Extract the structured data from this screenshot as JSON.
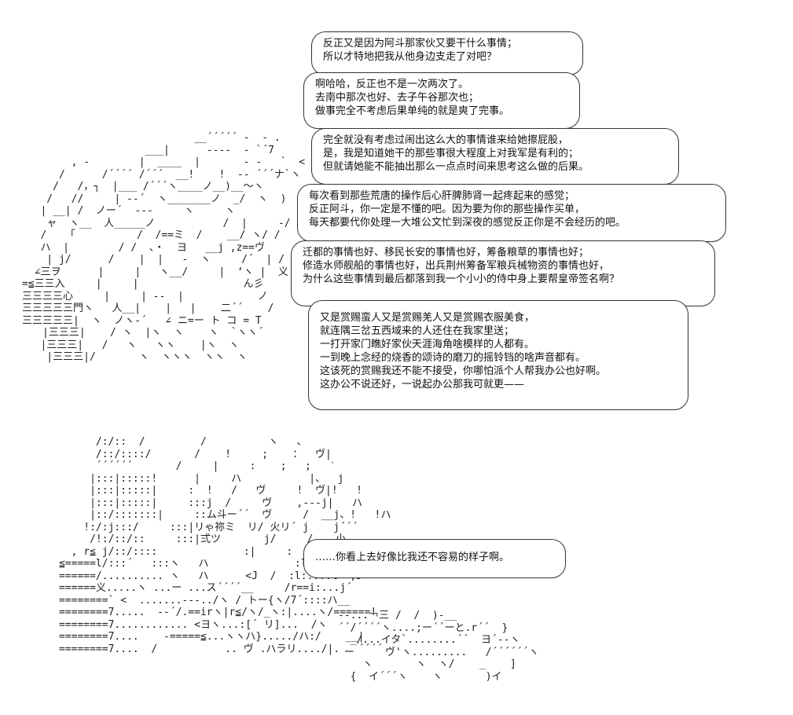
{
  "art": {
    "top": "                            __´´´´´ ‐  - .\n                    ___|      ----  - `´7\n        , -        |  ____  |       ‐ -   `  <\n      /      /´´´´ /´´´  __!    !  -- ´´´ナ`ヽ\n     /   /，┐  |___ /´´´ヽ____ノ__)__～ヽ\n    /   //     | ‐‐´  ヽ_______ノ  _/  ヽ  )\n   | __| /  ノー´  ‐‐‐     ヽ     ヽ\n    ャ  ヽ__  人_____ノ           /  |     ‐/\n   /   「          /  /==ミ  /    __/ ヽ/ /\n   ハ  |        / /  、・  ヨ   __j ,z==ヴ\n    | j/      /    |  |   ‐  ヽ     /´  | /\n  ∠三ヲ      |     |   ヽ__/     |  ‘ヽ |  义\n=≦三三入     |     |                 ん彡\n三三三三心     |     | ‐‐  |            ノ\n三三三三三門ヽ   人__|    |   |    二´´    /\n三三三三三|  ヽ  ノヽ‐´   ∠ ニ=ー ト コ = T\n  |三三三|    / ヽ  |ヽ  ヽ    ヽ  `ヽヽ´\n   |三三三|   /   ヽ   ヽヽ    |ヽ  ヽ\n    |三三三|/       ヽ  ヽヽヽ  ヽヽ  ヽ",
    "bottom": "            /:/::  /         /          ヽ   、\n            /::/::::/       /    !     ;    ：  ヴ|\n            ´´´´´´       /     |     :    ;   ;   ˋ\n           |:::|:::::!      |     ハ           |、  j\n           |:::|:::::|     :  !   /   ヴ     !  ヴ|!   !\n           |:::|:::::|     :::j  /     ヴ    ,‐--j|   ハ\n           |::/:::::::|     ::ム斗ー´´  ヴ     /  __j、!   !ハ\n          !:/:j:::/     :::|リゃ祢ミ  リ/ 火リ´ j    j´´´\n           /!:/::/::     :::|弍ツ       j/     /、  小\n        , r≦ j/::/::::              :|     :   ;l. ハ\n      ≦=====l/:::´   :::ヽ   ハ              :l:  ::|、}\n      ======/.......... ヽ   ハ      <J  /  :l:...:l´ ;J\n      ======义.....ヽ ...ー ...ス´´´´__     /r==i:...j´\n      ========` <  .......‐--../ヽ / トー{ヽ/7´::::ハ__\n      ========7.....  -‐´/.==irヽ|r≦/ヽ/_ヽ:|....ヽ/======!\n      ========7............ <ヨヽ...:[´ リ]...  /ヽ\n      ========7....    -=====≦...ヽヽハ}...../ハ:/    __|\n      ========7....  /           .. ヴ .ハラリ..../|.   ´´´´",
    "bottom_right": "-‐...￢三 /  /  )-__\n´´/´´´´ヽ....;ー´´ーと.r´´  }\n  _/...イタ`........´´  ヨ´‐‐ヽ\n ー     ヴ'ヽ.........   /´´´´´´ヽ\n    ヽ       ヽ  ヽ/    _    ]\n  {  イ´´´ヽ    ヽ       )イ"
  },
  "bubbles": [
    [
      "反正又是因为阿斗那家伙又要干什么事情；",
      "所以才特地把我从他身边支走了对吧？"
    ],
    [
      "啊哈哈，反正也不是一次两次了。",
      "去南中那次也好、去子午谷那次也；",
      "做事完全不考虑后果单纯的就是爽了完事。"
    ],
    [
      "完全就没有考虑过闹出这么大的事情谁来给她擦屁股，",
      "是，我是知道她干的那些事很大程度上对我军是有利的；",
      "但就请她能不能抽出那么一点点时间来思考这么做的后果。"
    ],
    [
      "每次看到那些荒唐的操作后心肝脾肺肾一起疼起来的感觉；",
      "反正阿斗，你一定是不懂的吧。因为要为你的那些操作买单，",
      "每天都要代你处理一大堆公文忙到深夜的感觉反正你是不会经历的吧。"
    ],
    [
      "迁都的事情也好、移民长安的事情也好，筹备粮草的事情也好；",
      "修造水师舰船的事情也好，出兵荆州筹备军粮兵械物资的事情也好，",
      "为什么这些事情到最后都落到我一个小小的侍中身上要帮皇帝签名啊？"
    ],
    [
      "又是赏赐蛮人又是赏赐羌人又是赏赐衣服美食，",
      "就连隅三岔五西域来的人还住在我家里送；",
      "一打开家门瞧好家伙天涯海角啥模样的人都有。",
      "一到晚上念经的烧香的颂诗的磨刀的摇铃铛的啥声音都有。",
      "这该死的赏赐我还不能不接受，你哪怕派个人帮我办公也好啊。",
      "这办公不说还好，一说起办公那我可就更——"
    ],
    [
      "……你看上去好像比我还不容易的样子啊。"
    ]
  ]
}
